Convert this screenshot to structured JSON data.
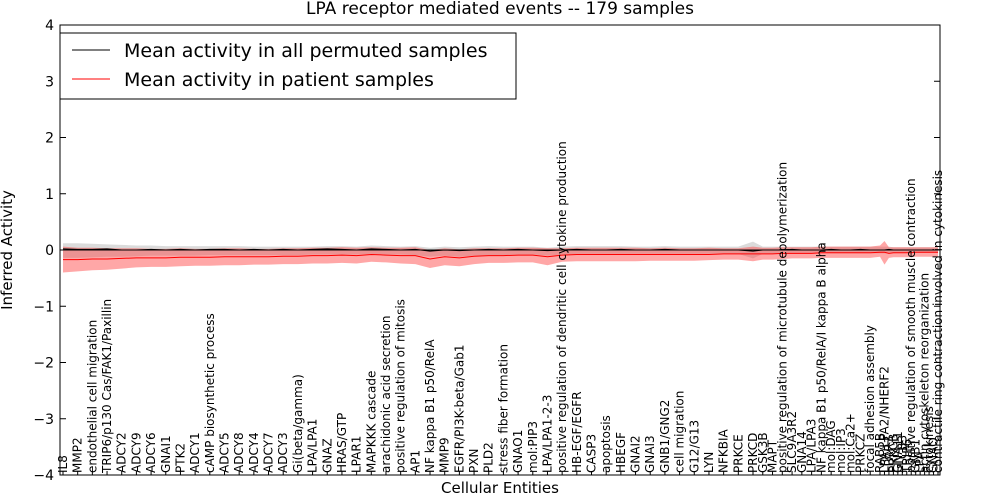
{
  "chart_data": {
    "type": "line",
    "title": "LPA receptor mediated events -- 179 samples",
    "xlabel": "Cellular Entities",
    "ylabel": "Inferred Activity",
    "ylim": [
      -4,
      4
    ],
    "yticks": [
      -4,
      -3,
      -2,
      -1,
      0,
      1,
      2,
      3,
      4
    ],
    "legend": {
      "location": "top-left",
      "entries": [
        {
          "label": "Mean activity in all permuted samples",
          "color": "#000000"
        },
        {
          "label": "Mean activity in patient samples",
          "color": "#ff0000"
        }
      ]
    },
    "categories": [
      "IL8",
      "MMP2",
      "endothelial cell migration",
      "TRIP6/p130 Cas/FAK1/Paxillin",
      "ADCY2",
      "ADCY9",
      "ADCY6",
      "GNAI1",
      "PTK2",
      "ADCY1",
      "cAMP biosynthetic process",
      "ADCY5",
      "ADCY8",
      "ADCY4",
      "ADCY7",
      "ADCY3",
      "Gi(beta/gamma)",
      "LPA/LPA1",
      "GNAZ",
      "HRAS/GTP",
      "LPAR1",
      "MAPKKK cascade",
      "arachidonic acid secretion",
      "positive regulation of mitosis",
      "AP1",
      "NF kappa B1 p50/RelA",
      "MMP9",
      "EGFR/PI3K-beta/Gab1",
      "PXN",
      "PLD2",
      "stress fiber formation",
      "GNAO1",
      "mol:PIP3",
      "LPA/LPA1-2-3",
      "positive regulation of dendritic cell cytokine production",
      "HB-EGF/EGFR",
      "CASP3",
      "apoptosis",
      "HBEGF",
      "GNAI2",
      "GNAI3",
      "GNB1/GNG2",
      "cell migration",
      "G12/G13",
      "LYN",
      "NFKBIA",
      "PRKCE",
      "PRKCD",
      "GSK3B",
      "MAPT",
      "positive regulation of microtubule depolymerization",
      "SLC9A3R2",
      "GNA14",
      "LPA/LPA3",
      "NF kappa B1 p50/RelA/I kappa B alpha",
      "mol:DAG",
      "mol:IP3",
      "mol:Ca2+",
      "PRKCZ",
      "focal adhesion assembly",
      "RAB5B",
      "LPA/LPA2/NHERF2",
      "LPAR3",
      "PRKCB",
      "GNA11",
      "PLCB3",
      "TRIP6",
      "positive regulation of smooth muscle contraction",
      "GNB1",
      "LPA",
      "actin cytoskeleton reorganization",
      "cytokinesis",
      "GNAQ",
      "contractile ring contraction involved in cytokinesis"
    ],
    "series": [
      {
        "name": "Mean activity in all permuted samples",
        "color": "#000000",
        "values": [
          0.02,
          0.01,
          0.01,
          0.02,
          0.0,
          0.0,
          0.01,
          0.0,
          0.01,
          0.0,
          0.01,
          0.01,
          0.0,
          0.01,
          0.0,
          0.01,
          0.0,
          0.01,
          0.02,
          0.01,
          0.0,
          0.02,
          0.01,
          0.0,
          0.01,
          -0.02,
          0.0,
          -0.01,
          0.0,
          0.01,
          0.0,
          0.01,
          0.0,
          -0.01,
          0.0,
          0.01,
          0.0,
          0.0,
          0.01,
          0.0,
          0.0,
          0.01,
          0.0,
          0.0,
          0.0,
          0.0,
          0.0,
          -0.02,
          0.0,
          0.0,
          0.0,
          0.01,
          0.0,
          0.0,
          0.0,
          0.01,
          0.0,
          0.0,
          0.01,
          0.0,
          0.0,
          0.0,
          0.01,
          0.0,
          0.0,
          0.0,
          0.0,
          0.0,
          0.0,
          0.0,
          0.0,
          0.0,
          0.0,
          0.0
        ],
        "band_low": [
          -0.14,
          -0.14,
          -0.13,
          -0.12,
          -0.12,
          -0.11,
          -0.1,
          -0.1,
          -0.1,
          -0.1,
          -0.09,
          -0.09,
          -0.09,
          -0.09,
          -0.09,
          -0.09,
          -0.09,
          -0.08,
          -0.08,
          -0.08,
          -0.08,
          -0.07,
          -0.08,
          -0.08,
          -0.09,
          -0.12,
          -0.1,
          -0.12,
          -0.1,
          -0.09,
          -0.09,
          -0.08,
          -0.08,
          -0.1,
          -0.08,
          -0.07,
          -0.07,
          -0.07,
          -0.07,
          -0.07,
          -0.07,
          -0.07,
          -0.07,
          -0.07,
          -0.07,
          -0.07,
          -0.07,
          -0.15,
          -0.07,
          -0.07,
          -0.07,
          -0.06,
          -0.06,
          -0.06,
          -0.06,
          -0.06,
          -0.06,
          -0.06,
          -0.06,
          -0.06,
          -0.06,
          -0.06,
          -0.06,
          -0.06,
          -0.05,
          -0.05,
          -0.05,
          -0.05,
          -0.05,
          -0.05,
          -0.05,
          -0.05,
          -0.05,
          -0.05
        ],
        "band_high": [
          0.12,
          0.12,
          0.11,
          0.1,
          0.09,
          0.08,
          0.08,
          0.07,
          0.07,
          0.07,
          0.07,
          0.07,
          0.07,
          0.06,
          0.06,
          0.06,
          0.06,
          0.06,
          0.07,
          0.07,
          0.06,
          0.08,
          0.07,
          0.06,
          0.07,
          0.04,
          0.06,
          0.05,
          0.06,
          0.07,
          0.06,
          0.06,
          0.06,
          0.04,
          0.06,
          0.07,
          0.07,
          0.07,
          0.07,
          0.06,
          0.06,
          0.07,
          0.06,
          0.06,
          0.06,
          0.06,
          0.06,
          0.15,
          0.06,
          0.06,
          0.06,
          0.06,
          0.06,
          0.06,
          0.06,
          0.06,
          0.06,
          0.06,
          0.06,
          0.06,
          0.06,
          0.06,
          0.06,
          0.05,
          0.05,
          0.05,
          0.05,
          0.05,
          0.05,
          0.05,
          0.05,
          0.05,
          0.05,
          0.05
        ]
      },
      {
        "name": "Mean activity in patient samples",
        "color": "#ff0000",
        "values": [
          -0.17,
          -0.17,
          -0.16,
          -0.16,
          -0.15,
          -0.14,
          -0.14,
          -0.14,
          -0.13,
          -0.13,
          -0.13,
          -0.12,
          -0.12,
          -0.12,
          -0.12,
          -0.11,
          -0.11,
          -0.1,
          -0.1,
          -0.09,
          -0.1,
          -0.08,
          -0.09,
          -0.1,
          -0.1,
          -0.16,
          -0.12,
          -0.14,
          -0.11,
          -0.1,
          -0.1,
          -0.09,
          -0.09,
          -0.12,
          -0.09,
          -0.08,
          -0.08,
          -0.08,
          -0.08,
          -0.08,
          -0.08,
          -0.08,
          -0.08,
          -0.08,
          -0.08,
          -0.07,
          -0.07,
          -0.07,
          -0.07,
          -0.07,
          -0.06,
          -0.06,
          -0.06,
          -0.06,
          -0.05,
          -0.05,
          -0.05,
          -0.05,
          -0.05,
          -0.05,
          -0.04,
          -0.04,
          -0.06,
          -0.05,
          -0.05,
          -0.05,
          -0.05,
          -0.05,
          -0.04,
          -0.04,
          -0.04,
          -0.04,
          -0.04,
          -0.04
        ],
        "band_low": [
          -0.4,
          -0.38,
          -0.36,
          -0.35,
          -0.33,
          -0.31,
          -0.3,
          -0.3,
          -0.29,
          -0.28,
          -0.28,
          -0.27,
          -0.27,
          -0.26,
          -0.26,
          -0.25,
          -0.25,
          -0.24,
          -0.24,
          -0.23,
          -0.24,
          -0.21,
          -0.22,
          -0.24,
          -0.25,
          -0.32,
          -0.27,
          -0.29,
          -0.25,
          -0.23,
          -0.23,
          -0.22,
          -0.22,
          -0.27,
          -0.21,
          -0.2,
          -0.2,
          -0.2,
          -0.2,
          -0.2,
          -0.19,
          -0.19,
          -0.19,
          -0.19,
          -0.18,
          -0.17,
          -0.17,
          -0.2,
          -0.17,
          -0.17,
          -0.16,
          -0.15,
          -0.15,
          -0.15,
          -0.14,
          -0.14,
          -0.14,
          -0.14,
          -0.14,
          -0.14,
          -0.12,
          -0.26,
          -0.14,
          -0.13,
          -0.13,
          -0.13,
          -0.13,
          -0.13,
          -0.12,
          -0.12,
          -0.12,
          -0.12,
          -0.12,
          -0.12
        ],
        "band_high": [
          0.06,
          0.04,
          0.04,
          0.03,
          0.03,
          0.03,
          0.02,
          0.02,
          0.03,
          0.02,
          0.02,
          0.03,
          0.03,
          0.02,
          0.02,
          0.03,
          0.03,
          0.04,
          0.04,
          0.05,
          0.04,
          0.05,
          0.04,
          0.04,
          0.05,
          0.0,
          0.03,
          0.01,
          0.03,
          0.03,
          0.03,
          0.04,
          0.04,
          0.03,
          0.03,
          0.04,
          0.04,
          0.04,
          0.04,
          0.04,
          0.03,
          0.04,
          0.03,
          0.03,
          0.04,
          0.03,
          0.03,
          0.06,
          0.04,
          0.04,
          0.05,
          0.05,
          0.05,
          0.05,
          0.06,
          0.06,
          0.06,
          0.06,
          0.06,
          0.06,
          0.08,
          0.16,
          0.05,
          0.05,
          0.05,
          0.05,
          0.05,
          0.05,
          0.05,
          0.05,
          0.05,
          0.05,
          0.05,
          0.05
        ]
      }
    ]
  }
}
